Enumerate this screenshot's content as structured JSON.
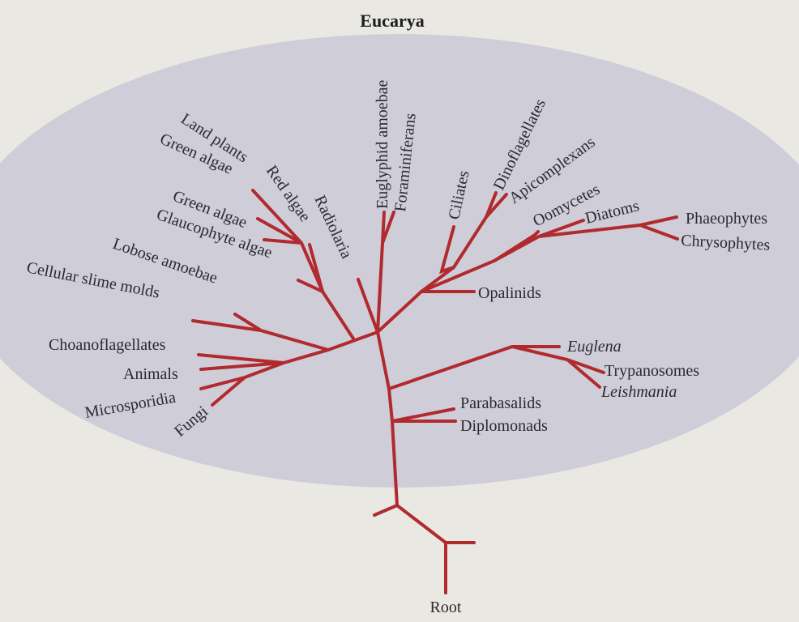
{
  "title": "Eucarya",
  "root_label": "Root",
  "colors": {
    "background": "#e9e8e3",
    "ellipse": "#cfcdd8",
    "branch": "#b02a2e",
    "text": "#2a2a2e"
  },
  "taxa": {
    "land_plants": "Land plants",
    "green_algae_1": "Green algae",
    "red_algae": "Red algae",
    "radiolaria": "Radiolaria",
    "green_algae_2": "Green algae",
    "glaucophyte_algae": "Glaucophyte algae",
    "lobose_amoebae": "Lobose amoebae",
    "cellular_slime_molds": "Cellular slime molds",
    "choanoflagellates": "Choanoflagellates",
    "animals": "Animals",
    "microsporidia": "Microsporidia",
    "fungi": "Fungi",
    "euglyphid_amoebae": "Euglyphid amoebae",
    "foraminiferans": "Foraminiferans",
    "ciliates": "Ciliates",
    "dinoflagellates": "Dinoflagellates",
    "apicomplexans": "Apicomplexans",
    "oomycetes": "Oomycetes",
    "diatoms": "Diatoms",
    "phaeophytes": "Phaeophytes",
    "chrysophytes": "Chrysophytes",
    "opalinids": "Opalinids",
    "euglena": "Euglena",
    "trypanosomes": "Trypanosomes",
    "leishmania": "Leishmania",
    "parabasalids": "Parabasalids",
    "diplomonads": "Diplomonads"
  }
}
